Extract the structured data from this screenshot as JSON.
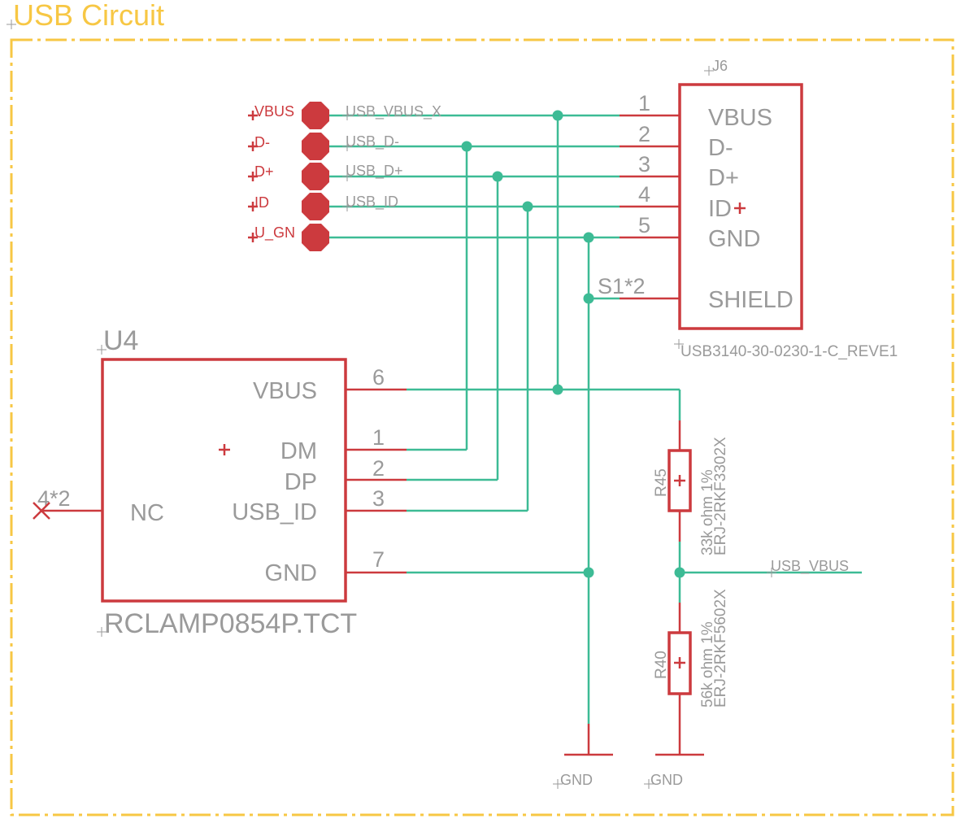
{
  "sheet": {
    "title": "USB Circuit",
    "frame_color": "#f7c744"
  },
  "colors": {
    "wire": "#3dbb95",
    "symbol": "#cc3a3e",
    "text": "#9a9a9a"
  },
  "test_points": [
    {
      "label": "VBUS",
      "net": "USB_VBUS_X"
    },
    {
      "label": "D-",
      "net": "USB_D-"
    },
    {
      "label": "D+",
      "net": "USB_D+"
    },
    {
      "label": "ID",
      "net": "USB_ID"
    },
    {
      "label": "U_GN",
      "net": ""
    }
  ],
  "connector": {
    "ref": "J6",
    "part": "USB3140-30-0230-1-C_REVE1",
    "pins": [
      {
        "num": "1",
        "name": "VBUS"
      },
      {
        "num": "2",
        "name": "D-"
      },
      {
        "num": "3",
        "name": "D+"
      },
      {
        "num": "4",
        "name": "ID"
      },
      {
        "num": "5",
        "name": "GND"
      },
      {
        "num": "S1*2",
        "name": "SHIELD"
      }
    ]
  },
  "ic": {
    "ref": "U4",
    "part": "RCLAMP0854P.TCT",
    "pins": [
      {
        "num": "6",
        "name": "VBUS"
      },
      {
        "num": "1",
        "name": "DM"
      },
      {
        "num": "2",
        "name": "DP"
      },
      {
        "num": "3",
        "name": "USB_ID"
      },
      {
        "num": "7",
        "name": "GND"
      }
    ],
    "nc_label": "NC",
    "nc_pin": "4*2"
  },
  "resistors": [
    {
      "ref": "R45",
      "value": "33k ohm 1%",
      "mpn": "ERJ-2RKF3302X"
    },
    {
      "ref": "R40",
      "value": "56k ohm 1%",
      "mpn": "ERJ-2RKF5602X"
    }
  ],
  "net_labels": {
    "usb_vbus": "USB_VBUS"
  },
  "grounds": [
    {
      "label": "GND"
    },
    {
      "label": "GND"
    }
  ]
}
